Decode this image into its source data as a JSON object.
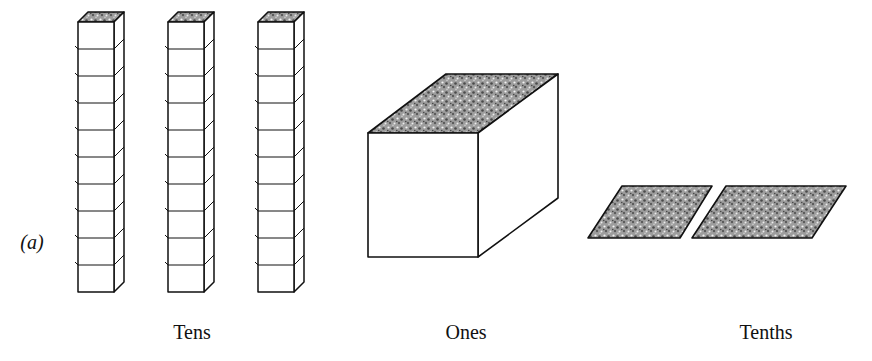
{
  "diagram": {
    "labels": [
      "(a)",
      "Tens",
      "Ones",
      "Tenths"
    ]
  }
}
